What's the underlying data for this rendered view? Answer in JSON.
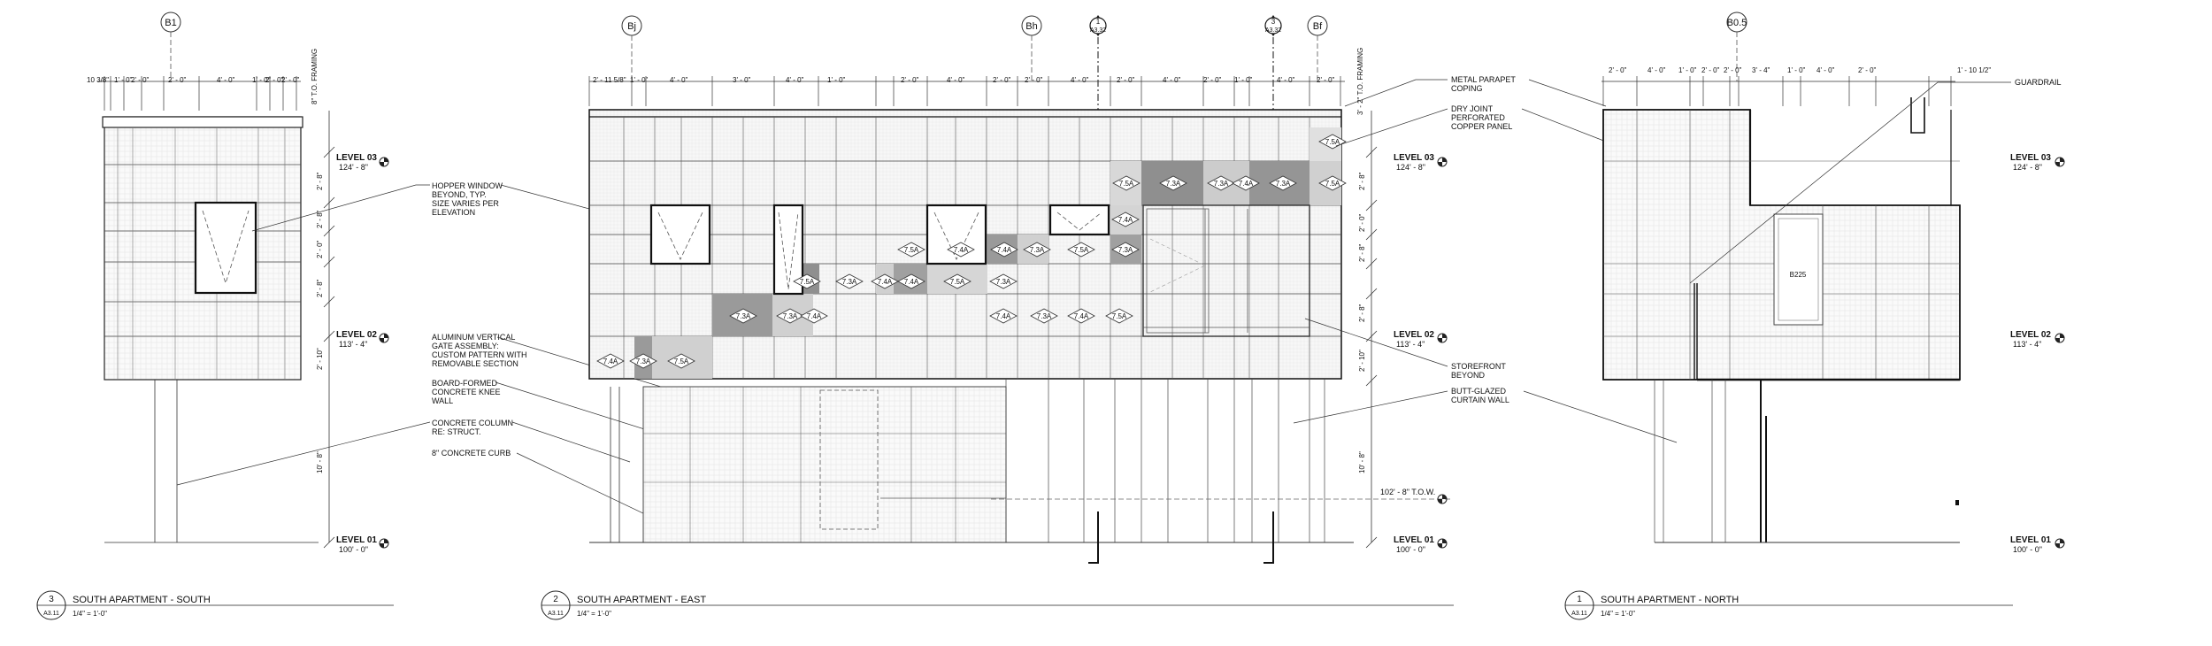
{
  "grid_bubbles": [
    "B1",
    "Bj",
    "Bh",
    "Bf",
    "B0.5"
  ],
  "section_markers": [
    {
      "num": "1",
      "ref": "A3.32"
    },
    {
      "num": "3",
      "ref": "A3.32"
    }
  ],
  "framing_note": "8\" T.O. FRAMING",
  "framing_note_2": "3' - 2\" T.O. FRAMING",
  "levels": {
    "l03": {
      "name": "LEVEL 03",
      "elev": "124' - 8\""
    },
    "l02": {
      "name": "LEVEL 02",
      "elev": "113' - 4\""
    },
    "l01": {
      "name": "LEVEL 01",
      "elev": "100' - 0\""
    },
    "tow": {
      "elev": "102' - 8\" T.O.W."
    }
  },
  "annotations": {
    "hopper": [
      "HOPPER WINDOW",
      "BEYOND, TYP.",
      "SIZE VARIES PER",
      "ELEVATION"
    ],
    "gate": [
      "ALUMINUM VERTICAL",
      "GATE ASSEMBLY:",
      "CUSTOM PATTERN WITH",
      "REMOVABLE SECTION"
    ],
    "knee": [
      "BOARD-FORMED",
      "CONCRETE KNEE",
      "WALL"
    ],
    "column": [
      "CONCRETE COLUMN",
      "RE: STRUCT."
    ],
    "curb": [
      "8\" CONCRETE CURB"
    ],
    "parapet": [
      "METAL PARAPET",
      "COPING"
    ],
    "panel": [
      "DRY JOINT",
      "PERFORATED",
      "COPPER PANEL"
    ],
    "storefront": [
      "STOREFRONT",
      "BEYOND"
    ],
    "curtainwall": [
      "BUTT-GLAZED",
      "CURTAIN WALL"
    ],
    "guardrail": [
      "GUARDRAIL"
    ]
  },
  "room_tag": "B225",
  "vertical_dims": {
    "south": [
      "2' - 8\"",
      "2' - 8\"",
      "2' - 0\"",
      "2' - 8\"",
      "2' - 10\"",
      "10' - 8\""
    ],
    "east": [
      "2' - 8\"",
      "2' - 0\"",
      "2' - 8\"",
      "2' - 8\"",
      "2' - 10\"",
      "10' - 8\""
    ]
  },
  "dims_south": [
    "10 3/8\"",
    "1' - 0\"",
    "2' - 0\"",
    "2' - 0\"",
    "4' - 0\"",
    "1' - 0\"",
    "2' - 0\"",
    "2' - 0\""
  ],
  "dims_east": [
    "2' - 11 5/8\"",
    "1' - 0\"",
    "4' - 0\"",
    "3' - 0\"",
    "4' - 0\"",
    "1' - 0\"",
    "2' - 0\"",
    "4' - 0\"",
    "2' - 0\"",
    "2' - 0\"",
    "4' - 0\"",
    "2' - 0\"",
    "4' - 0\"",
    "2' - 0\"",
    "1' - 0\"",
    "4' - 0\"",
    "2' - 0\""
  ],
  "dims_north": [
    "2' - 0\"",
    "4' - 0\"",
    "1' - 0\"",
    "2' - 0\"",
    "2' - 0\"",
    "3' - 4\"",
    "1' - 0\"",
    "4' - 0\"",
    "2' - 0\"",
    "1' - 10 1/2\""
  ],
  "panel_tags": [
    "7.4A",
    "7.3A",
    "7.5A",
    "7.3A",
    "7.3A",
    "7.4A",
    "7.5A",
    "7.3A",
    "7.4A",
    "7.4A",
    "7.5A",
    "7.3A",
    "7.5A",
    "7.4A",
    "7.4A",
    "7.3A",
    "7.5A",
    "7.3A",
    "7.4A",
    "7.3A",
    "7.5A",
    "7.3A",
    "7.4A",
    "7.3A",
    "7.5A",
    "7.5A",
    "7.4A",
    "7.3A",
    "7.4A",
    "7.5A"
  ],
  "titles": [
    {
      "num": "3",
      "sheet": "A3.11",
      "name": "SOUTH APARTMENT - SOUTH",
      "scale": "1/4\" = 1'-0\""
    },
    {
      "num": "2",
      "sheet": "A3.11",
      "name": "SOUTH APARTMENT - EAST",
      "scale": "1/4\" = 1'-0\""
    },
    {
      "num": "1",
      "sheet": "A3.11",
      "name": "SOUTH APARTMENT - NORTH",
      "scale": "1/4\" = 1'-0\""
    }
  ]
}
